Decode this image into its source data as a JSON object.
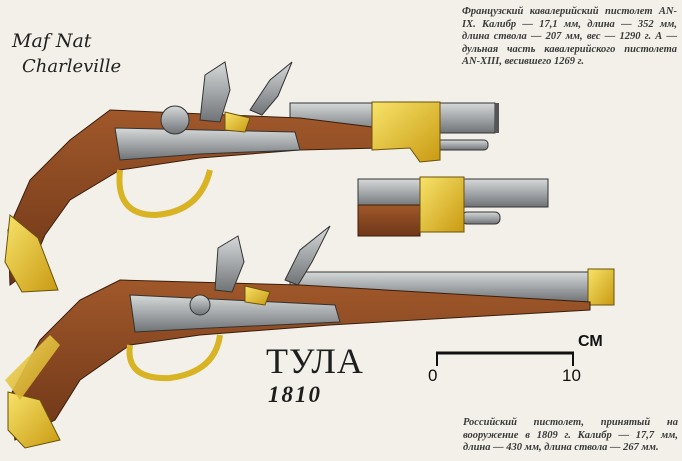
{
  "captions": {
    "french_pistol": "Французский кавалерийский пистолет AN-IX. Калибр — 17,1 мм, длина — 352 мм, длина ствола — 207 мм, вес — 1290 г. А — дульная часть кавалерийского пистолета AN-XIII, весившего 1269 г.",
    "russian_pistol": "Российский пистолет, принятый на вооружение в 1809 г. Калибр — 17,7 мм, длина — 430 мм, длина ствола — 267 мм."
  },
  "marks": {
    "maker_line1": "Maf Nat",
    "maker_line2": "Charleville",
    "tula": "ТУЛА",
    "year": "1810"
  },
  "scale": {
    "unit": "СМ",
    "start": "0",
    "end": "10"
  },
  "colors": {
    "background": "#f2f0e8",
    "wood": "#8a4a22",
    "brass": "#e6c42a",
    "steel": "#a9acae"
  }
}
